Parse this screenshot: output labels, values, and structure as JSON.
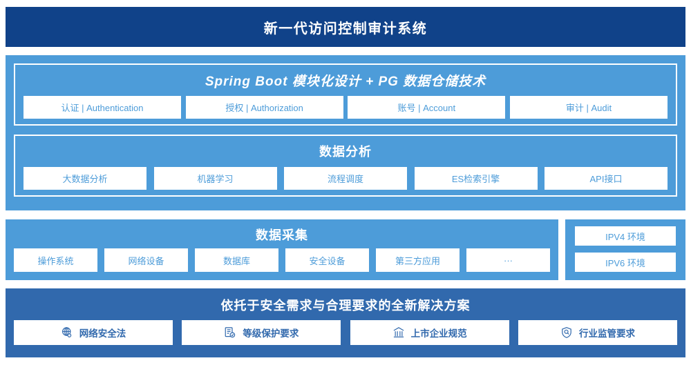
{
  "header": {
    "title": "新一代访问控制审计系统",
    "background": "#104289"
  },
  "colors": {
    "primary_blue": "#4d9cd9",
    "navy": "#104289",
    "medium_blue": "#3169ad",
    "card_background": "#ffffff"
  },
  "sections": {
    "springboot": {
      "title": "Spring Boot 模块化设计 + PG 数据仓储技术",
      "cards": [
        {
          "label": "认证 | Authentication"
        },
        {
          "label": "授权 | Authorization"
        },
        {
          "label": "账号 | Account"
        },
        {
          "label": "审计 | Audit"
        }
      ]
    },
    "analysis": {
      "title": "数据分析",
      "cards": [
        {
          "label": "大数据分析"
        },
        {
          "label": "机器学习"
        },
        {
          "label": "流程调度"
        },
        {
          "label": "ES检索引擎"
        },
        {
          "label": "API接口"
        }
      ]
    },
    "collection": {
      "title": "数据采集",
      "cards": [
        {
          "label": "操作系统"
        },
        {
          "label": "网络设备"
        },
        {
          "label": "数据库"
        },
        {
          "label": "安全设备"
        },
        {
          "label": "第三方应用"
        },
        {
          "label": "···"
        }
      ]
    },
    "environments": {
      "cards": [
        {
          "label": "IPV4 环境"
        },
        {
          "label": "IPV6 环境"
        }
      ]
    },
    "solution": {
      "title": "依托于安全需求与合理要求的全新解决方案",
      "cards": [
        {
          "label": "网络安全法",
          "icon": "globe-icon"
        },
        {
          "label": "等级保护要求",
          "icon": "document-check-icon"
        },
        {
          "label": "上市企业规范",
          "icon": "bank-building-icon"
        },
        {
          "label": "行业监管要求",
          "icon": "shield-search-icon"
        }
      ]
    }
  }
}
